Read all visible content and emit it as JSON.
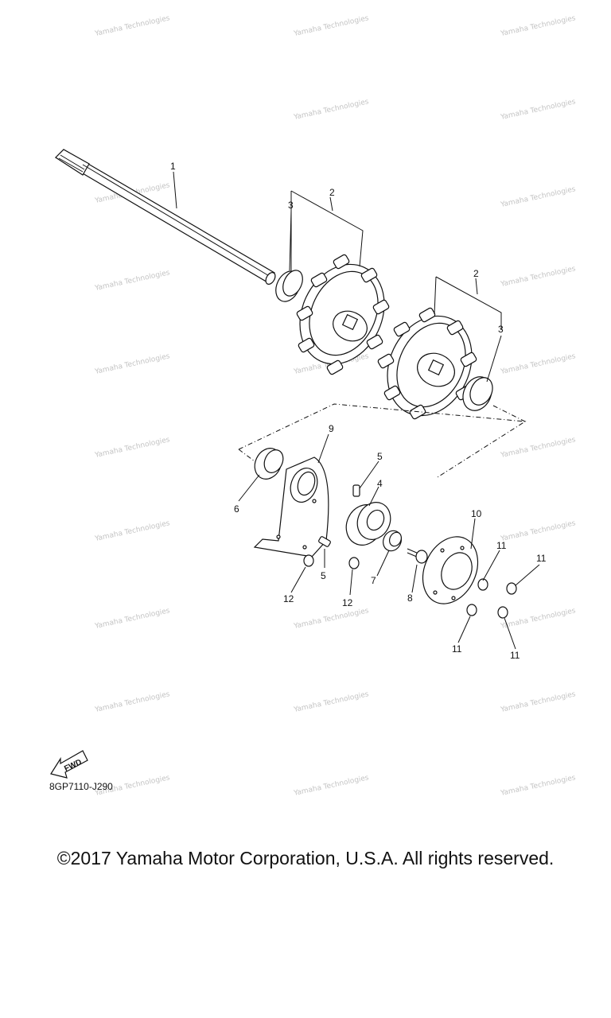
{
  "diagram": {
    "callouts": [
      "1",
      "2",
      "3",
      "2",
      "3",
      "9",
      "5",
      "4",
      "6",
      "10",
      "11",
      "11",
      "7",
      "8",
      "5",
      "12",
      "12",
      "11",
      "11"
    ],
    "fwd_label": "FWD",
    "drawing_code": "8GP7110-J290",
    "watermark": "Yamaha Technologies"
  },
  "footer": {
    "copyright": "©2017 Yamaha Motor Corporation, U.S.A. All rights reserved."
  }
}
